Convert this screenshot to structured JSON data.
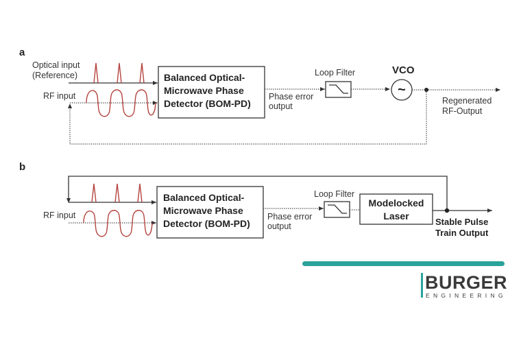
{
  "panel_a": {
    "label": "a",
    "optical_input_line1": "Optical input",
    "optical_input_line2": "(Reference)",
    "rf_input": "RF input",
    "detector_line1": "Balanced Optical-",
    "detector_line2": "Microwave Phase",
    "detector_line3": "Detector (BOM-PD)",
    "phase_error_line1": "Phase error",
    "phase_error_line2": "output",
    "loop_filter": "Loop Filter",
    "vco": "VCO",
    "vco_symbol": "~",
    "output_line1": "Regenerated",
    "output_line2": "RF-Output"
  },
  "panel_b": {
    "label": "b",
    "rf_input": "RF input",
    "detector_line1": "Balanced Optical-",
    "detector_line2": "Microwave Phase",
    "detector_line3": "Detector (BOM-PD)",
    "phase_error_line1": "Phase error",
    "phase_error_line2": "output",
    "loop_filter": "Loop Filter",
    "laser_line1": "Modelocked",
    "laser_line2": "Laser",
    "output_line1": "Stable Pulse",
    "output_line2": "Train Output"
  },
  "logo": {
    "name": "BURGER",
    "subtitle": "ENGINEERING",
    "accent_color": "#2aa39b"
  },
  "colors": {
    "signal_wave": "#b5443f",
    "lines": "#333333"
  }
}
